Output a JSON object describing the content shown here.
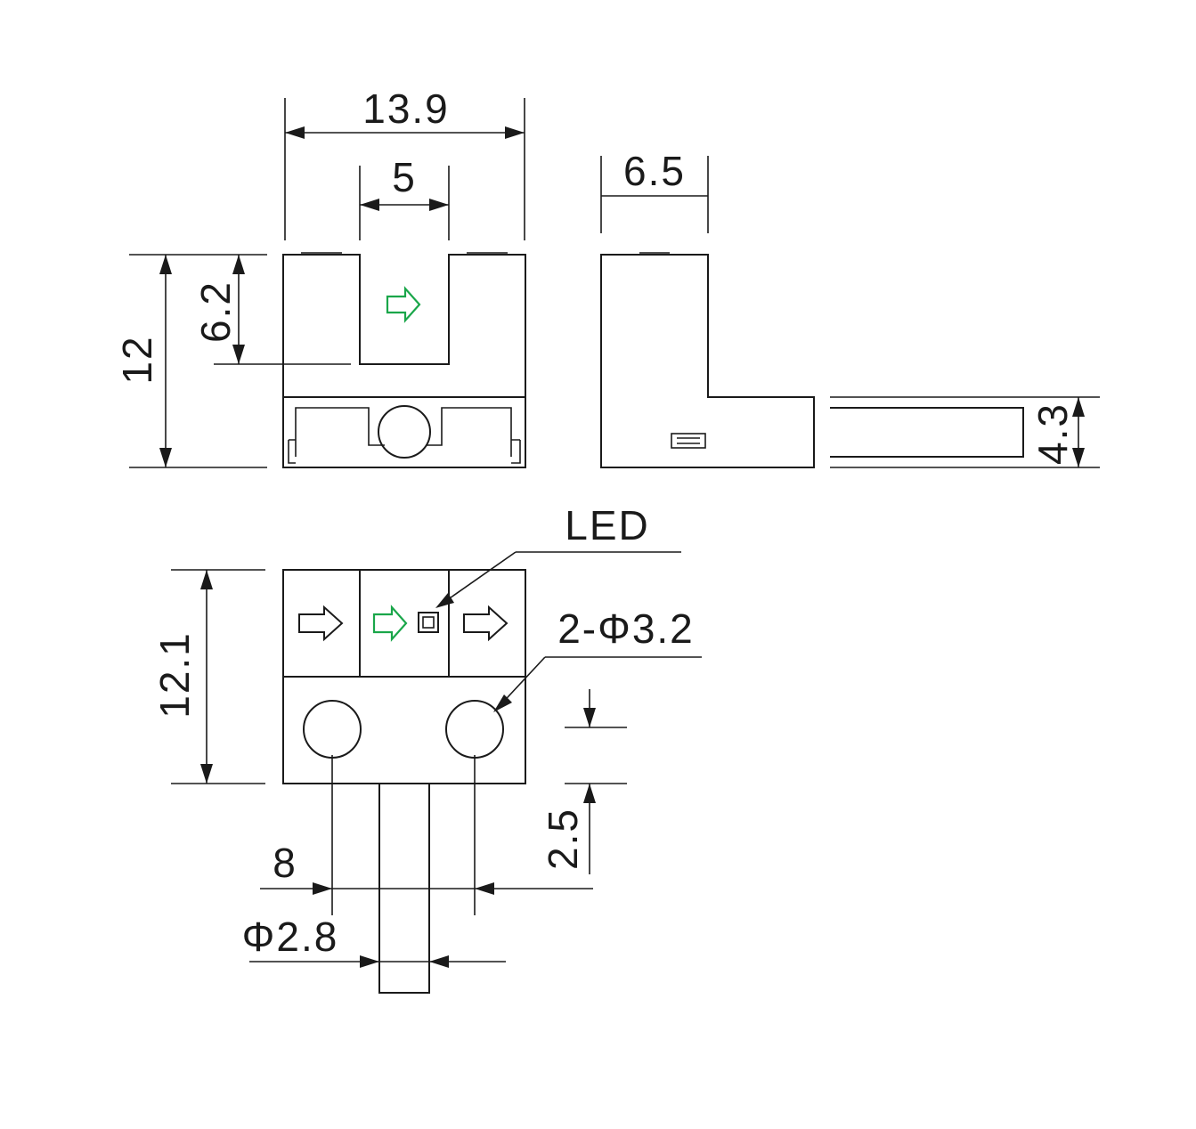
{
  "front_view": {
    "width_label": "13.9",
    "slot_width_label": "5",
    "height_label": "12",
    "slot_depth_label": "6.2"
  },
  "side_view": {
    "depth_label": "6.5",
    "cable_height_label": "4.3"
  },
  "bottom_view": {
    "led_label": "LED",
    "hole_label": "2-Φ3.2",
    "height_label": "12.1",
    "hole_offset_label": "2.5",
    "hole_pitch_label": "8",
    "cable_diameter_label": "Φ2.8"
  },
  "colors": {
    "line": "#1a1a1a",
    "arrow_accent": "#1aa64a",
    "background": "#ffffff"
  }
}
